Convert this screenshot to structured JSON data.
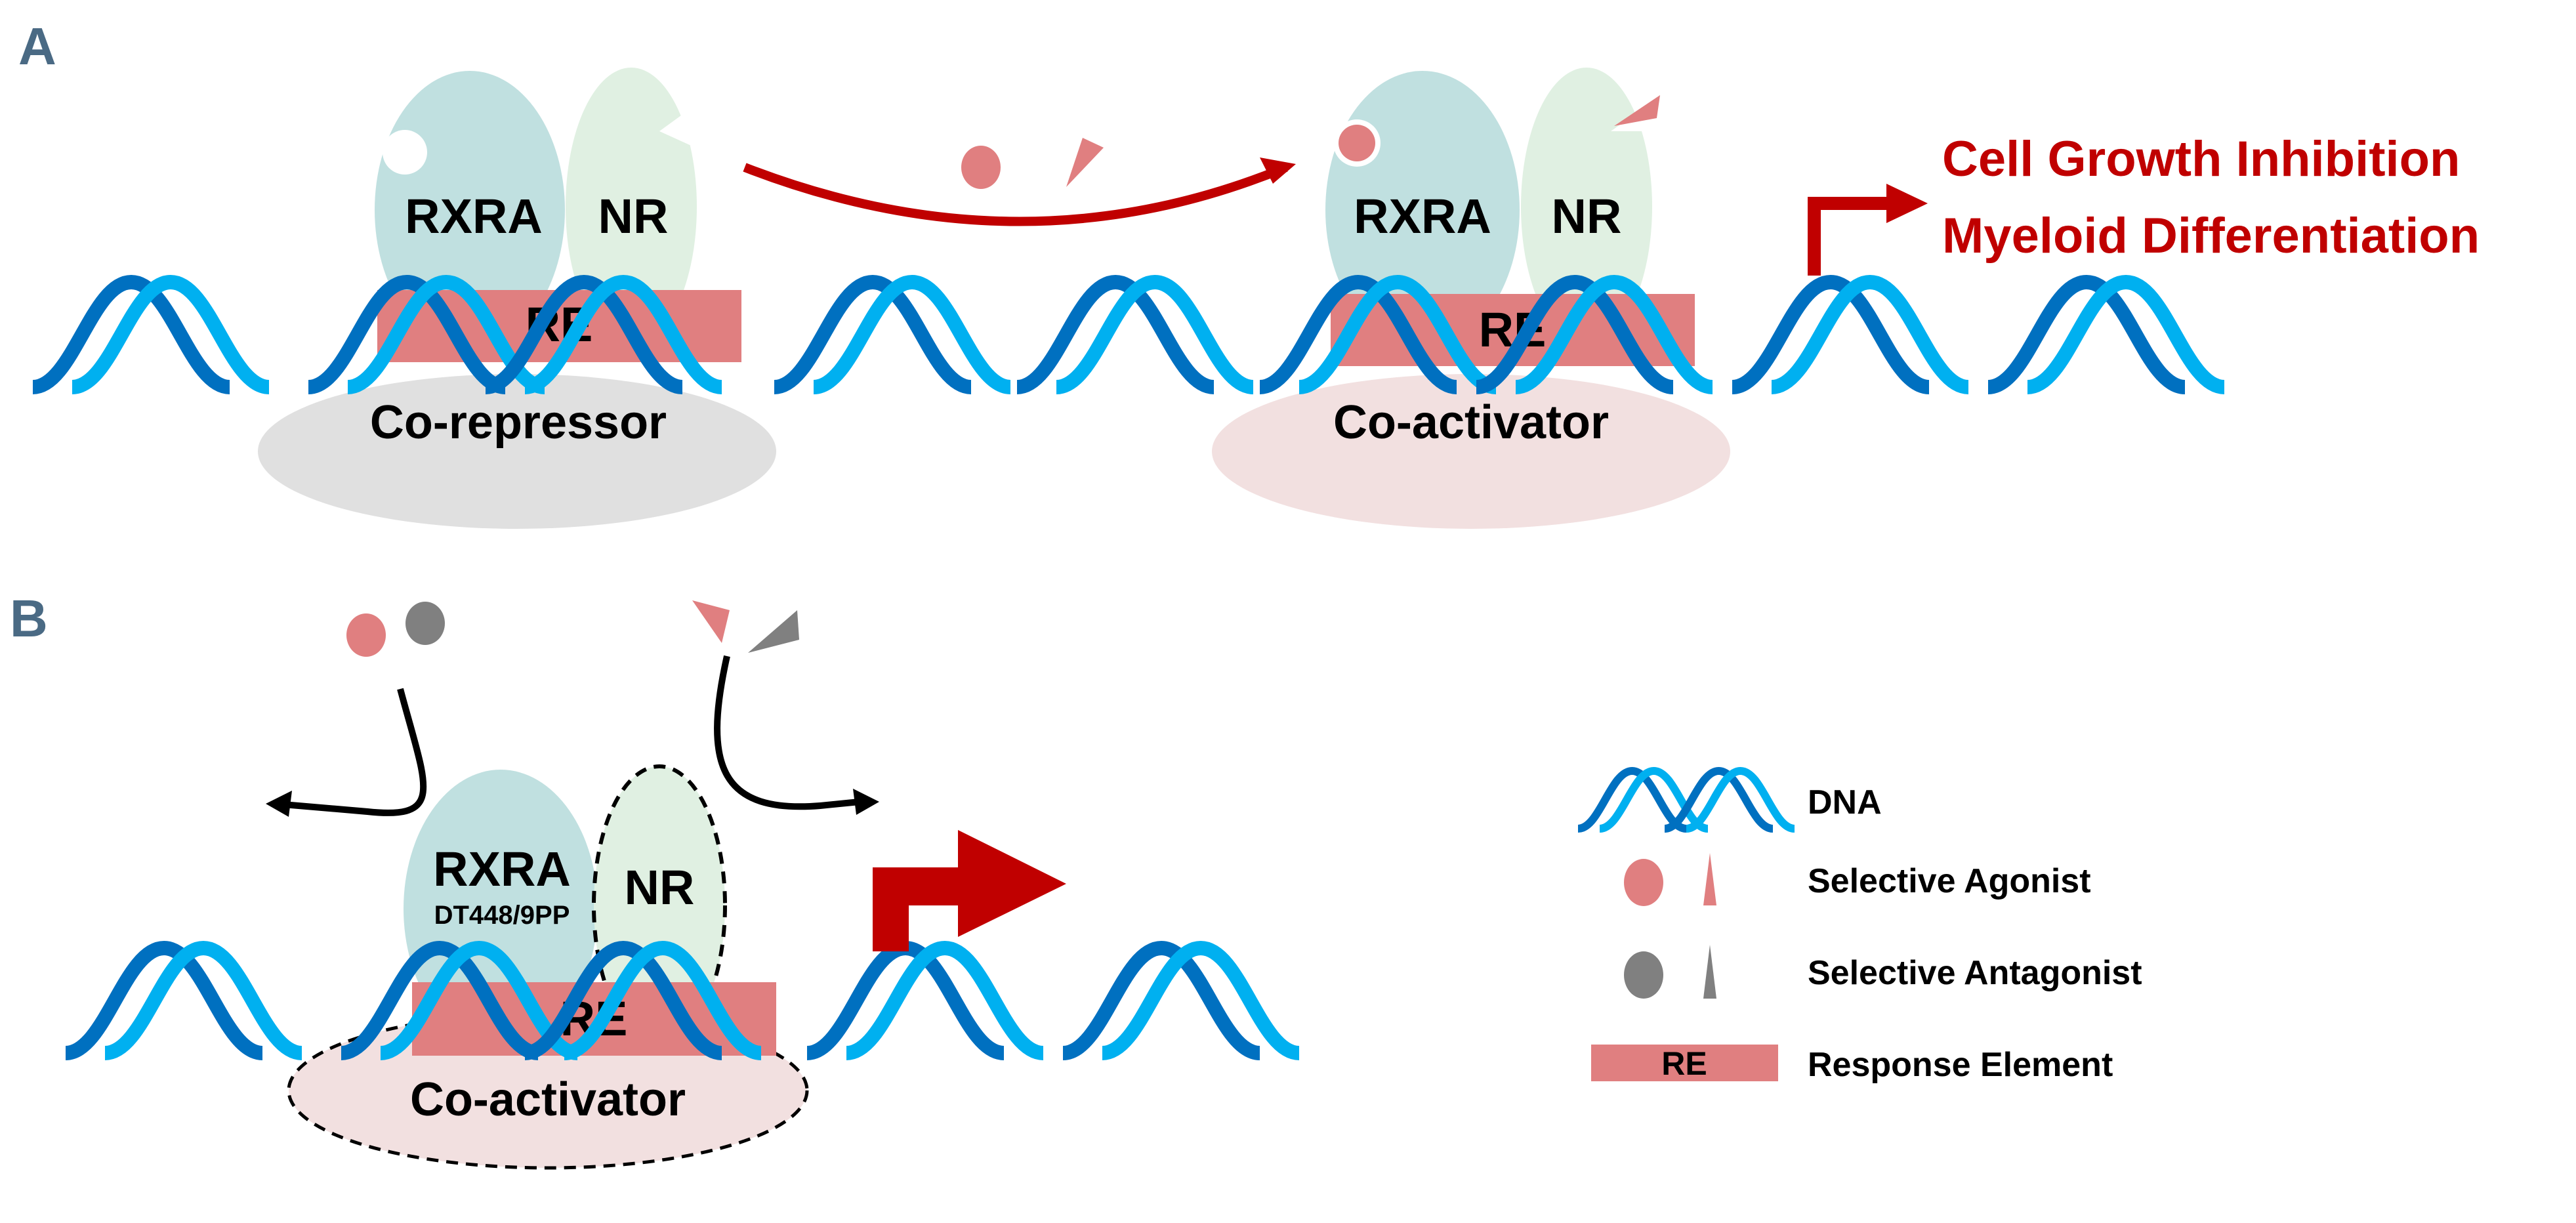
{
  "figure": {
    "panel_a": {
      "letter": "A",
      "left_complex": {
        "rxra": "RXRA",
        "nr": "NR",
        "re": "RE",
        "coregulator": "Co-repressor"
      },
      "right_complex": {
        "rxra": "RXRA",
        "nr": "NR",
        "re": "RE",
        "coregulator": "Co-activator"
      },
      "outcomes": [
        "Cell Growth Inhibition",
        "Myeloid Differentiation"
      ]
    },
    "panel_b": {
      "letter": "B",
      "complex": {
        "rxra": "RXRA",
        "rxra_sub": "DT448/9PP",
        "nr": "NR",
        "re": "RE",
        "coregulator": "Co-activator"
      }
    },
    "legend": {
      "items": [
        {
          "icon": "dna-icon",
          "label": "DNA"
        },
        {
          "icon": "agonist-icon",
          "label": "Selective Agonist"
        },
        {
          "icon": "antagonist-icon",
          "label": "Selective Antagonist"
        },
        {
          "icon": "response-element-icon",
          "label": "Response Element",
          "swatch_text": "RE"
        }
      ]
    },
    "colors": {
      "rxra": "#c0e0e0",
      "nr": "#e0f0e2",
      "re": "#e07f80",
      "corepressor": "#e0e0e0",
      "coactivator": "#f2e0e0",
      "dna_dark": "#0070c0",
      "dna_light": "#00b0f0",
      "arrow_red": "#c00000",
      "agonist": "#e07f80",
      "antagonist": "#808080",
      "outcome_text": "#c00000"
    }
  }
}
